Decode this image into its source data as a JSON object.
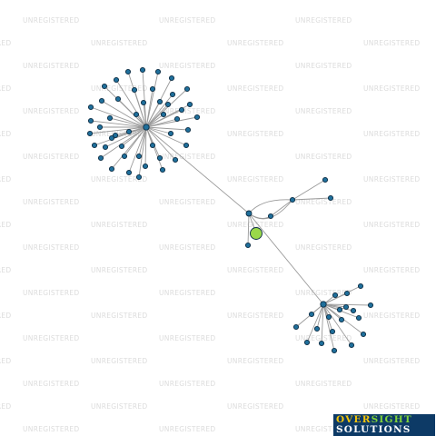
{
  "watermark": {
    "text": "UNREGISTERED"
  },
  "logo": {
    "part1": "OVER",
    "part2": "SIGHT",
    "line2": "SOLUTIONS"
  },
  "colors": {
    "node_fill": "#1f6f9b",
    "node_stroke": "#0d2d44",
    "focus_fill": "#9ad84a",
    "edge": "#9a9a9a",
    "watermark": "#dcdcdc"
  },
  "graph": {
    "hub_a_leaves": 46,
    "hub_b_leaves": 19,
    "focus_node": "company"
  }
}
